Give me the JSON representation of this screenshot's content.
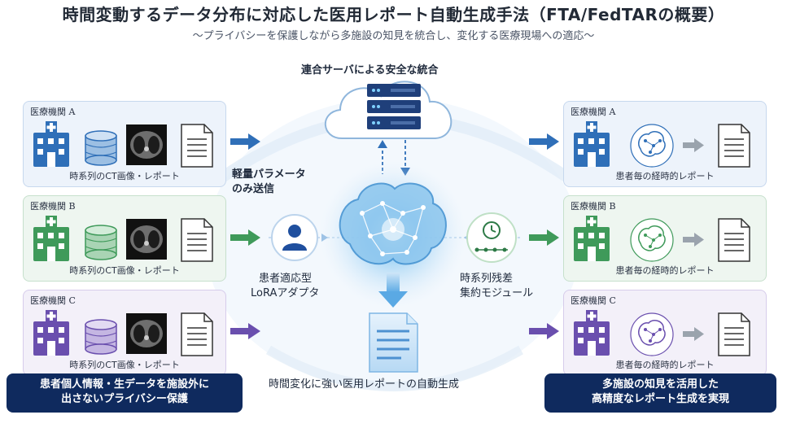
{
  "header": {
    "title": "時間変動するデータ分布に対応した医用レポート自動生成手法（FTA/FedTARの概要）",
    "subtitle": "～プライバシーを保護しながら多施設の知見を統合し、変化する医療現場への適応～"
  },
  "server": {
    "label": "連合サーバによる安全な統合"
  },
  "left_institutions": [
    {
      "name": "医療機関 A",
      "caption": "時系列のCT画像・レポート",
      "color": "#2f6fb8"
    },
    {
      "name": "医療機関 B",
      "caption": "時系列のCT画像・レポート",
      "color": "#3f9a5a"
    },
    {
      "name": "医療機関 C",
      "caption": "時系列のCT画像・レポート",
      "color": "#6a4fae"
    }
  ],
  "right_institutions": [
    {
      "name": "医療機関 A",
      "caption": "患者毎の経時的レポート",
      "color": "#2f6fb8"
    },
    {
      "name": "医療機関 B",
      "caption": "患者毎の経時的レポート",
      "color": "#3f9a5a"
    },
    {
      "name": "医療機関 C",
      "caption": "患者毎の経時的レポート",
      "color": "#6a4fae"
    }
  ],
  "center": {
    "lightweight_line1": "軽量パラメータ",
    "lightweight_line2": "のみ送信",
    "lora_line1": "患者適応型",
    "lora_line2": "LoRAアダプタ",
    "residual_line1": "時系列残差",
    "residual_line2": "集約モジュール",
    "output_label": "時間変化に強い医用レポートの自動生成"
  },
  "banners": {
    "left_line1": "患者個人情報・生データを施設外に",
    "left_line2": "出さないプライバシー保護",
    "right_line1": "多施設の知見を活用した",
    "right_line2": "高精度なレポート生成を実現"
  },
  "icons": [
    "hospital-icon",
    "database-icon",
    "ct-scan-icon",
    "document-icon",
    "server-icon",
    "cloud-icon",
    "brain-network-icon",
    "user-icon",
    "clock-icon",
    "ai-analysis-icon",
    "arrow-right-icon"
  ]
}
